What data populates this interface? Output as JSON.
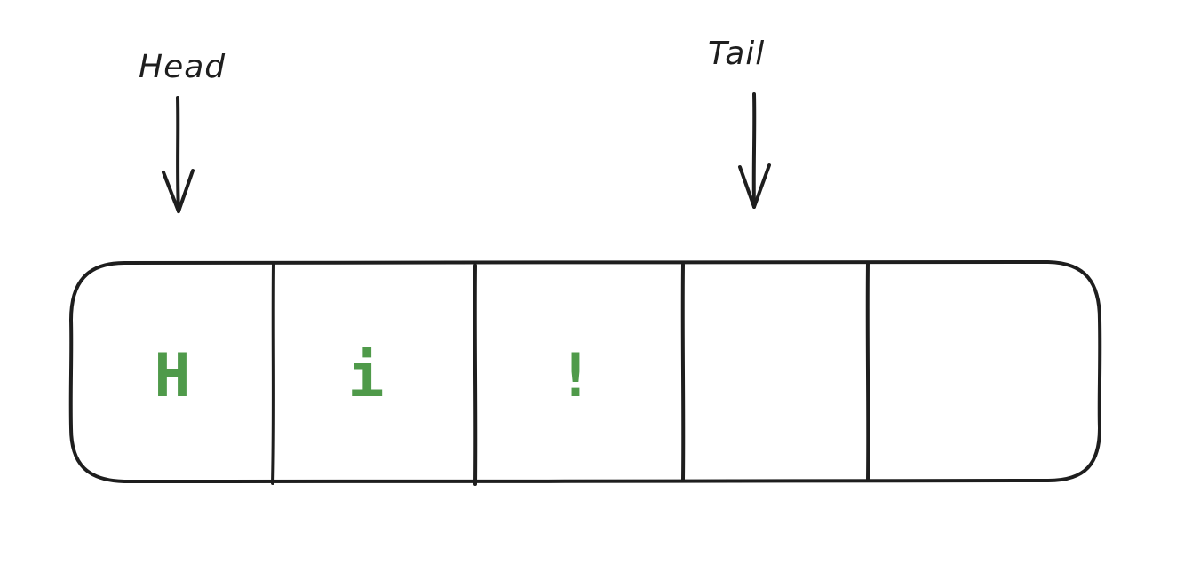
{
  "diagram": {
    "labels": {
      "head": "Head",
      "tail": "Tail"
    },
    "buffer": {
      "cells": [
        "H",
        "i",
        "!",
        "",
        ""
      ]
    },
    "colors": {
      "stroke": "#1e1e1e",
      "text": "#4f9a4a"
    }
  }
}
